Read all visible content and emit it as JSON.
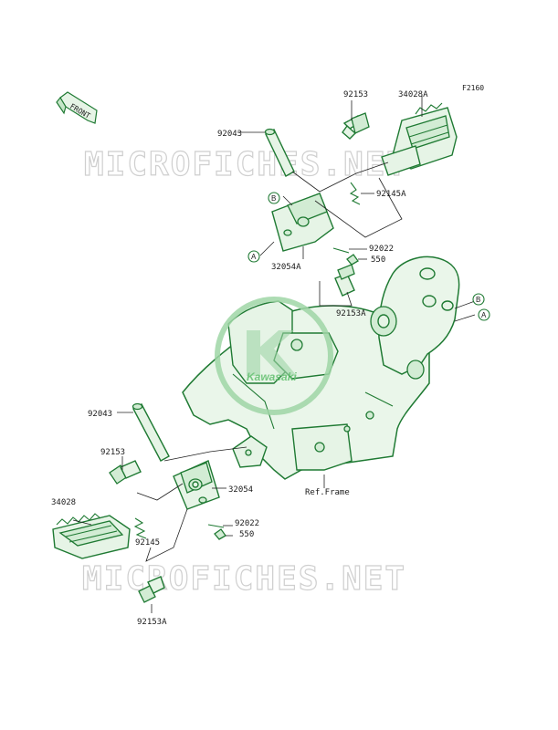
{
  "diagram": {
    "code": "F2160",
    "front_label": "FRONT",
    "logo_text": "Kawasaki",
    "watermark": "MICROFICHES.NET",
    "ref_frame_label": "Ref.Frame",
    "callout_a": "A",
    "callout_b": "B",
    "parts": {
      "p92153_top": "92153",
      "p34028a": "34028A",
      "p92043_top": "92043",
      "p92145a": "92145A",
      "p92022_top": "92022",
      "p550_top": "550",
      "p32054a": "32054A",
      "p92153a_top": "92153A",
      "p92043_bot": "92043",
      "p92153_bot": "92153",
      "p34028": "34028",
      "p32054": "32054",
      "p92022_bot": "92022",
      "p550_bot": "550",
      "p92145": "92145",
      "p92153a_bot": "92153A"
    }
  }
}
